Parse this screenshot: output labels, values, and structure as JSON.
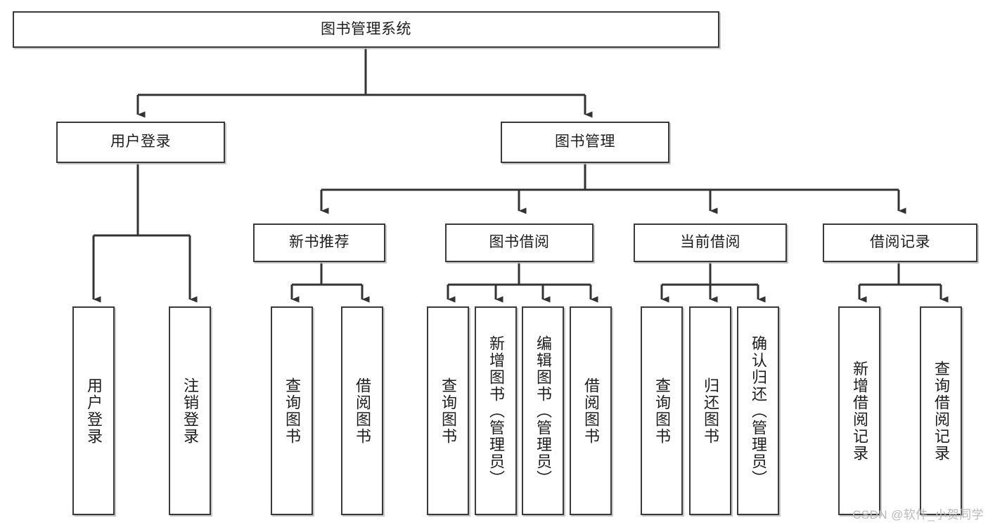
{
  "diagram": {
    "title": "图书管理系统",
    "type": "tree-hierarchy-diagram",
    "colors": {
      "box_border": "#3a3a3a",
      "box_fill": "#ffffff",
      "connector": "#333333",
      "text": "#1d1d1d",
      "watermark": "#b9b9b9"
    },
    "root": {
      "label": "图书管理系统"
    },
    "level2": [
      {
        "label": "用户登录"
      },
      {
        "label": "图书管理"
      }
    ],
    "level3": [
      {
        "label": "新书推荐"
      },
      {
        "label": "图书借阅"
      },
      {
        "label": "当前借阅"
      },
      {
        "label": "借阅记录"
      }
    ],
    "leaves": {
      "user_login": [
        {
          "label": "用户登录"
        },
        {
          "label": "注销登录"
        }
      ],
      "new_book_recommend": [
        {
          "label": "查询图书"
        },
        {
          "label": "借阅图书"
        }
      ],
      "book_borrow": [
        {
          "label": "查询图书"
        },
        {
          "label": "新增图书（管理员）"
        },
        {
          "label": "编辑图书（管理员）"
        },
        {
          "label": "借阅图书"
        }
      ],
      "current_borrow": [
        {
          "label": "查询图书"
        },
        {
          "label": "归还图书"
        },
        {
          "label": "确认归还（管理员）"
        }
      ],
      "borrow_record": [
        {
          "label": "新增借阅记录"
        },
        {
          "label": "查询借阅记录"
        }
      ]
    },
    "watermark": "CSDN @软件_小贺同学"
  }
}
